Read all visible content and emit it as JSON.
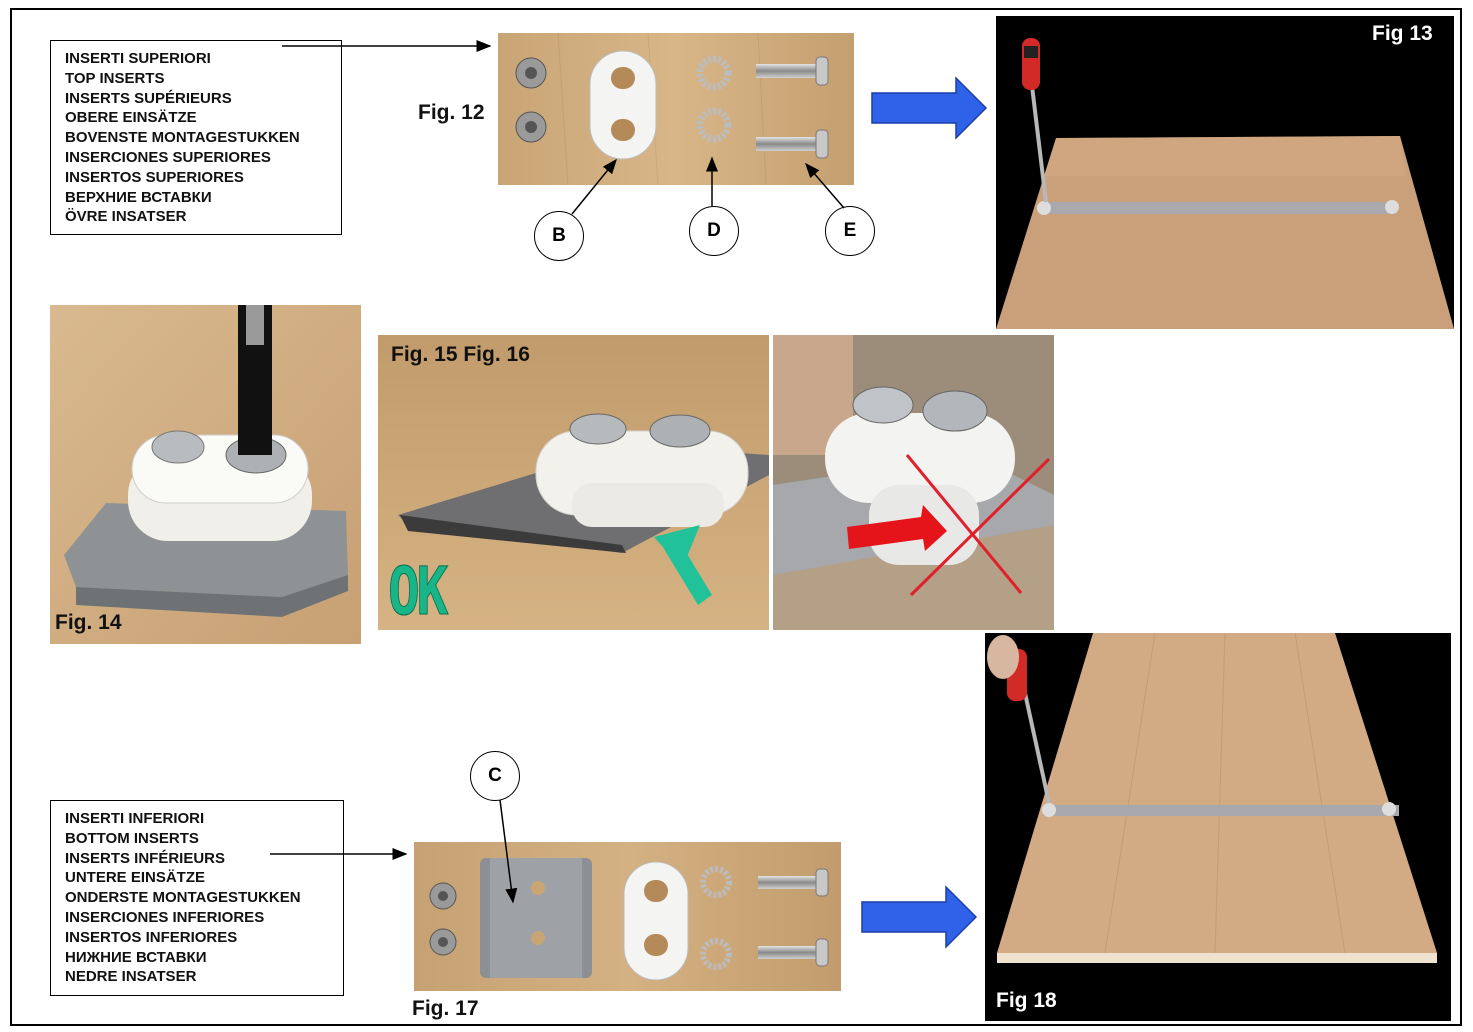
{
  "top_inserts": {
    "lines": [
      "INSERTI SUPERIORI",
      "TOP INSERTS",
      "INSERTS SUPÉRIEURS",
      "OBERE EINSÄTZE",
      "BOVENSTE MONTAGESTUKKEN",
      "INSERCIONES SUPERIORES",
      "INSERTOS SUPERIORES",
      "ВЕРХНИЕ   ВСТАВКИ",
      "ÖVRE INSATSER"
    ]
  },
  "bottom_inserts": {
    "lines": [
      "INSERTI INFERIORI",
      "BOTTOM INSERTS",
      "INSERTS INFÉRIEURS",
      "UNTERE EINSÄTZE",
      "ONDERSTE MONTAGESTUKKEN",
      "INSERCIONES INFERIORES",
      "INSERTOS INFERIORES",
      "НИЖНИЕ   ВСТАВКИ",
      "NEDRE INSATSER"
    ]
  },
  "figures": {
    "fig12": "Fig. 12",
    "fig13": "Fig  13",
    "fig14": "Fig. 14",
    "fig15_16": "Fig. 15 Fig. 16",
    "fig17": "Fig. 17",
    "fig18": "Fig  18"
  },
  "callouts": {
    "b": "B",
    "d": "D",
    "e": "E",
    "c": "C"
  },
  "ok_text": "OK",
  "colors": {
    "blue_arrow": "#2f62e8",
    "green_arrow": "#22c49b",
    "red_arrow": "#e8141c",
    "red_cross": "#e0202a",
    "wood": "#c9a279",
    "black_bg": "#000000"
  }
}
